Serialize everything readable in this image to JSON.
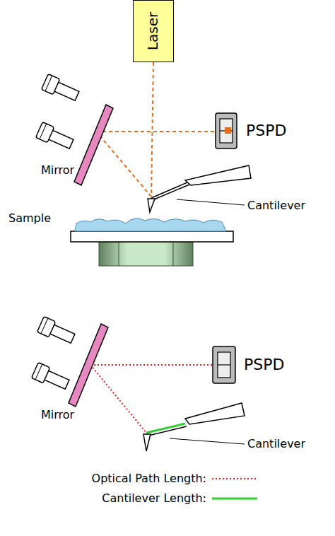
{
  "diagram": {
    "nodes": [
      {
        "text": [
          "Laser"
        ]
      },
      {
        "text": [
          "PSPD"
        ]
      },
      {
        "text": [
          "PSPD"
        ]
      }
    ],
    "labels": [
      "Mirror",
      "Sample",
      "Cantilever",
      "Mirror",
      "Cantilever"
    ],
    "legend": [
      {
        "text": "Optical Path Length:"
      },
      {
        "text": "Cantilever Length:"
      }
    ]
  }
}
